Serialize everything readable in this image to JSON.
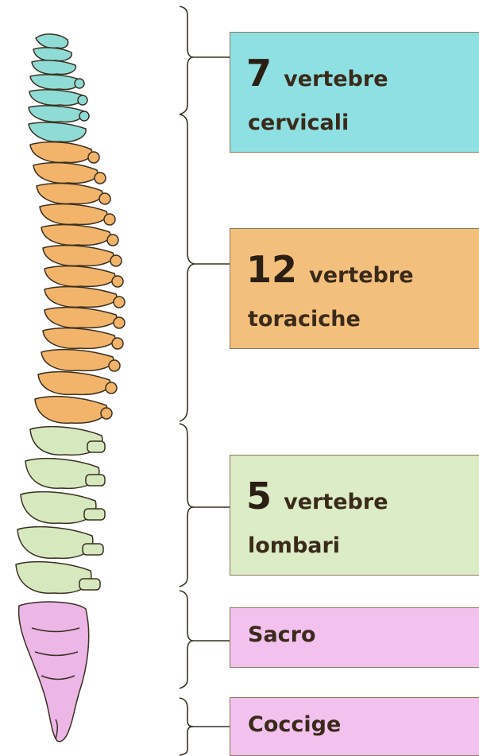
{
  "regions": {
    "cervical": {
      "count": "7",
      "word": "vertebre",
      "name": "cervicali",
      "color": "#8fe0e3"
    },
    "thoracic": {
      "count": "12",
      "word": "vertebre",
      "name": "toraciche",
      "color": "#f3bf7c"
    },
    "lumbar": {
      "count": "5",
      "word": "vertebre",
      "name": "lombari",
      "color": "#dbecc6"
    },
    "sacrum": {
      "name": "Sacro",
      "color": "#f2c1ee"
    },
    "coccyx": {
      "name": "Coccige",
      "color": "#f2c1ee"
    }
  }
}
